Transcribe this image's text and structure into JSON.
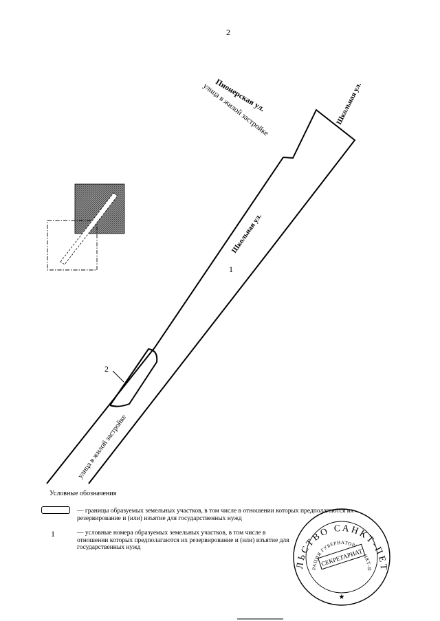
{
  "page": {
    "number": "2"
  },
  "map": {
    "street_labels": {
      "pionerskaya": "Пионерская ул.",
      "residential_top": "улица в жилой застройке",
      "shkolnaya_top": "Школьная ул.",
      "shkolnaya_mid": "Школьная ул.",
      "residential_bottom": "улица в жилой застройке"
    },
    "parcel_numbers": {
      "parcel_1": "1",
      "parcel_2": "2"
    }
  },
  "legend": {
    "title": "Условные обозначения",
    "boundary_text": "— границы образуемых земельных участков, в том числе в отношении которых предполагаются их резервирование и (или) изъятие для государственных нужд",
    "number_symbol": "1",
    "number_text": "— условные номера образуемых земельных участков, в том числе в отношении которых предполагаются их резервирование и (или) изъятие для государственных нужд"
  },
  "stamp": {
    "outer_text": "ПРАВИТЕЛЬСТВО САНКТ-ПЕТЕРБУРГА",
    "inner_text": "АДМИНИСТРАЦИЯ ГУБЕРНАТОРА САНКТ-ПЕТЕРБУРГА",
    "center_text": "СЕКРЕТАРИАТ"
  }
}
